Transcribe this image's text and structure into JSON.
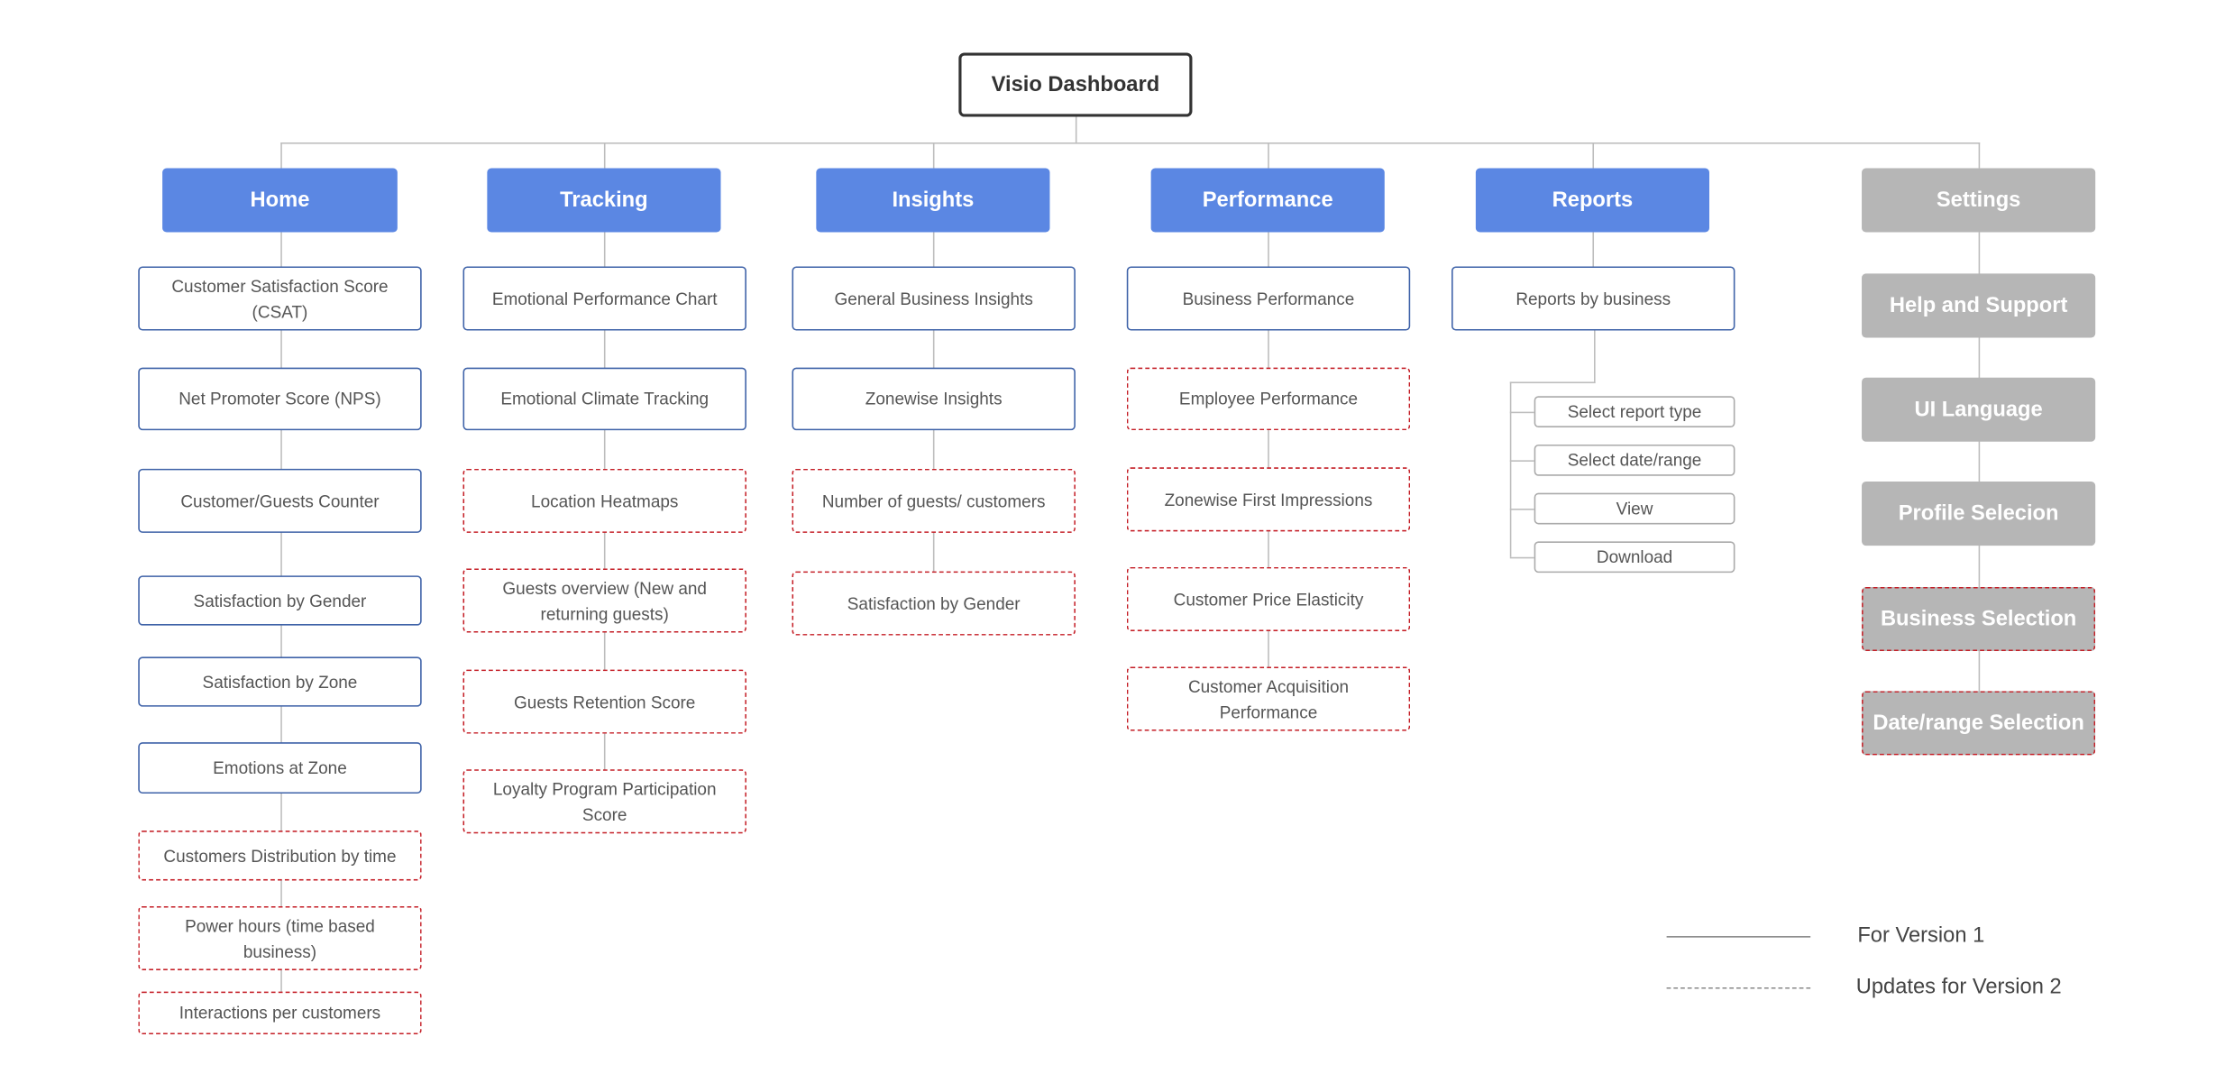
{
  "root": "Visio Dashboard",
  "categories": {
    "home": "Home",
    "tracking": "Tracking",
    "insights": "Insights",
    "performance": "Performance",
    "reports": "Reports",
    "settings": "Settings"
  },
  "home": [
    "Customer Satisfaction Score (CSAT)",
    "Net Promoter Score (NPS)",
    "Customer/Guests Counter",
    "Satisfaction by Gender",
    "Satisfaction by Zone",
    "Emotions at Zone",
    "Customers Distribution by time",
    "Power hours (time based business)",
    "Interactions per customers"
  ],
  "tracking": [
    "Emotional Performance Chart",
    "Emotional Climate Tracking",
    "Location Heatmaps",
    "Guests overview (New and returning guests)",
    "Guests Retention Score",
    "Loyalty Program Participation Score"
  ],
  "insights": [
    "General Business Insights",
    "Zonewise Insights",
    "Number of guests/ customers",
    "Satisfaction by Gender"
  ],
  "performance": [
    "Business Performance",
    "Employee Performance",
    "Zonewise First Impressions",
    "Customer Price Elasticity",
    "Customer Acquisition Performance"
  ],
  "reports": {
    "main": "Reports by business",
    "options": [
      "Select report type",
      "Select date/range",
      "View",
      "Download"
    ]
  },
  "settings": [
    "Help and Support",
    "UI Language",
    "Profile Selecion",
    "Business Selection",
    "Date/range Selection"
  ],
  "legend": {
    "solid": "For Version 1",
    "dashed": "Updates for Version 2"
  }
}
